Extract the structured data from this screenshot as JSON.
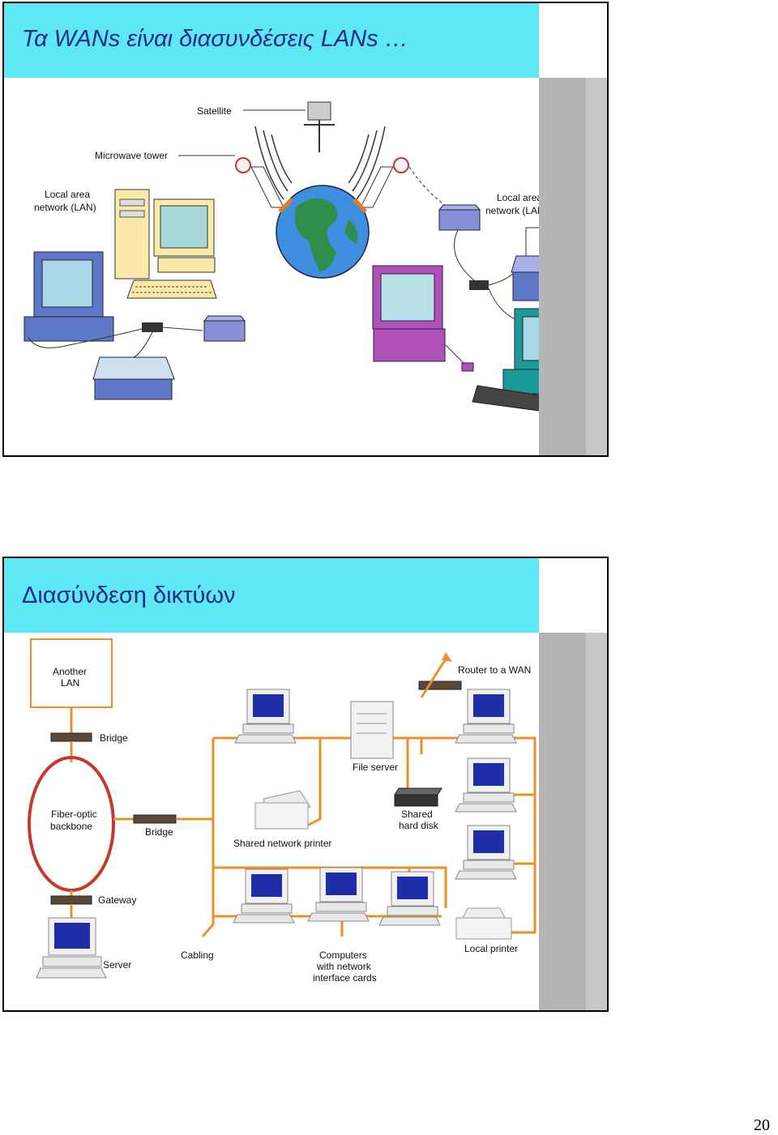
{
  "slide1": {
    "title": "Τα WANs είναι διασυνδέσεις LANs …",
    "labels": {
      "satellite": "Satellite",
      "microwave": "Microwave tower",
      "lan_left_1": "Local area",
      "lan_left_2": "network (LAN)",
      "lan_right_1": "Local area",
      "lan_right_2": "network (LAN)"
    }
  },
  "slide2": {
    "title": "Διασύνδεση δικτύων",
    "labels": {
      "another_lan_1": "Another",
      "another_lan_2": "LAN",
      "bridge_top": "Bridge",
      "fiber_1": "Fiber-optic",
      "fiber_2": "backbone",
      "bridge_mid": "Bridge",
      "gateway": "Gateway",
      "server": "Server",
      "cabling": "Cabling",
      "computers_1": "Computers",
      "computers_2": "with network",
      "computers_3": "interface cards",
      "router": "Router to a WAN",
      "file_server": "File server",
      "shared_disk_1": "Shared",
      "shared_disk_2": "hard disk",
      "shared_printer": "Shared network printer",
      "local_printer": "Local printer"
    }
  },
  "page_number": "20"
}
